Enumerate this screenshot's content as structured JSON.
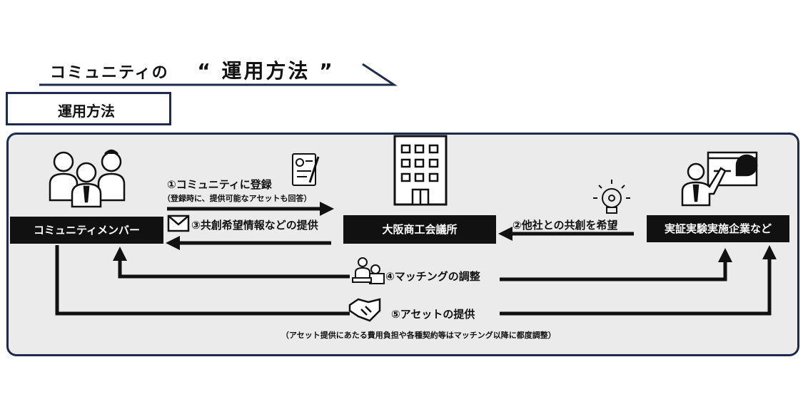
{
  "header": {
    "title_prefix": "コミュニティの",
    "title_main": "“ 運用方法 ”",
    "section_label": "運用方法"
  },
  "actors": {
    "member": "コミュニティメンバー",
    "osaka": "大阪商工会議所",
    "corp": "実証実験実施企業など"
  },
  "steps": {
    "s1": "①コミュニティに登録",
    "s1_note": "（登録時に、提供可能なアセットも回答）",
    "s2": "②他社との共創を希望",
    "s3": "③共創希望情報などの提供",
    "s4": "④マッチングの調整",
    "s5": "⑤アセットの提供",
    "s5_note": "（アセット提供にあたる費用負担や各種契約等はマッチング以降に都度調整）"
  },
  "icons": [
    "people-icon",
    "document-icon",
    "building-icon",
    "lightbulb-icon",
    "presenter-icon",
    "envelope-icon",
    "meeting-icon",
    "handshake-icon"
  ],
  "colors": {
    "navy": "#1d2b4f",
    "panel": "#ebebeb",
    "black": "#111111"
  }
}
